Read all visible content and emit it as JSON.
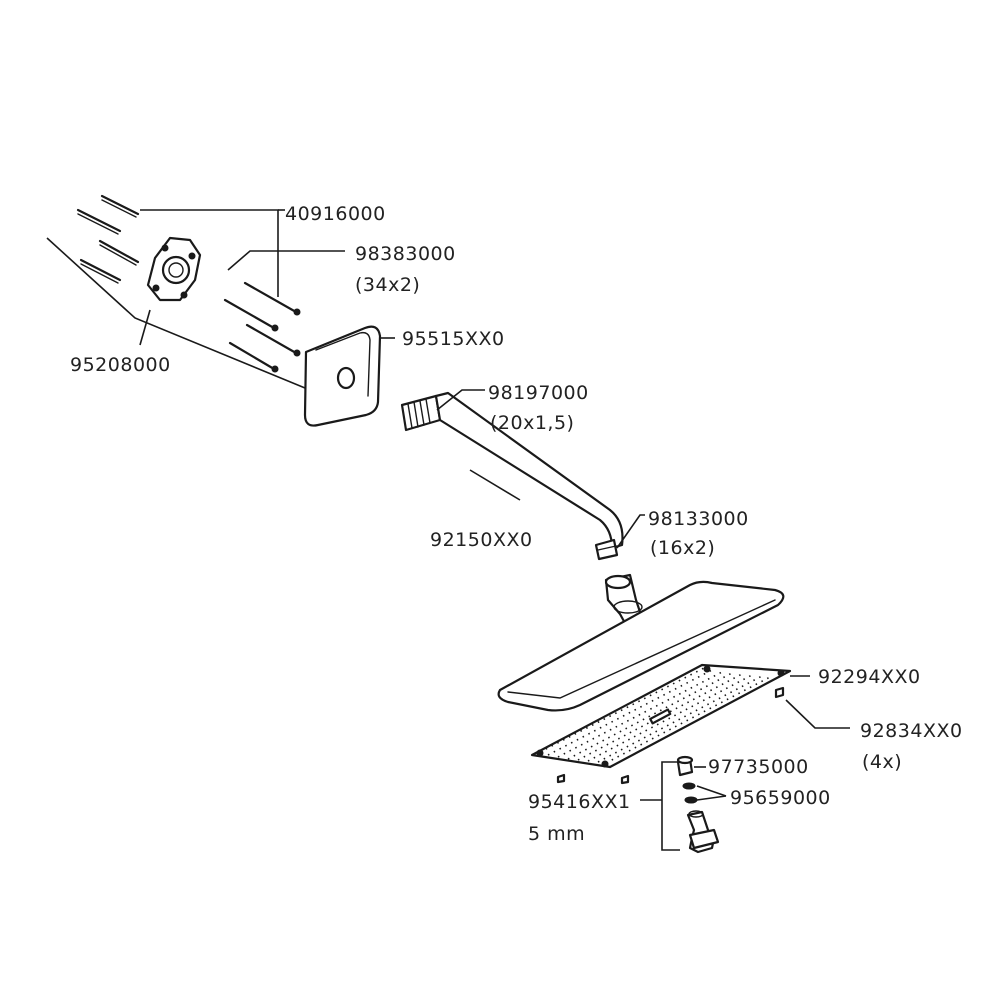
{
  "diagram": {
    "labels": {
      "p40916000": "40916000",
      "p98383000": "98383000",
      "p98383000_qty": "(34x2)",
      "p95208000": "95208000",
      "p95515": "95515XX0",
      "p98197000": "98197000",
      "p98197000_qty": "(20x1,5)",
      "p92150": "92150XX0",
      "p98133000": "98133000",
      "p98133000_qty": "(16x2)",
      "p92294": "92294XX0",
      "p92834": "92834XX0",
      "p92834_qty": "(4x)",
      "p97735000": "97735000",
      "p95659000": "95659000",
      "p95416": "95416XX1",
      "p95416_size": "5 mm"
    },
    "colors": {
      "line": "#1a1a1a",
      "text": "#222222",
      "background": "#ffffff"
    }
  }
}
